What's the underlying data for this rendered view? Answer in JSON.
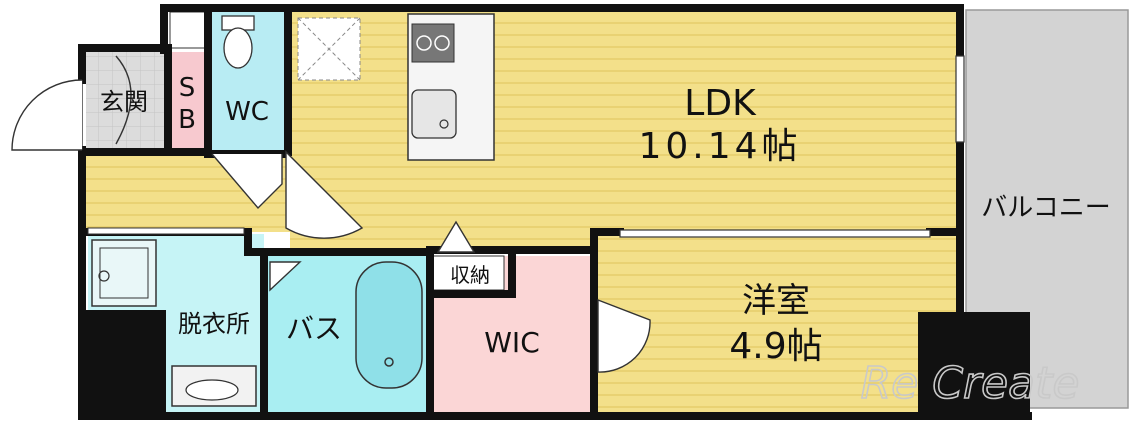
{
  "rooms": {
    "ldk": {
      "name": "LDK",
      "size": "10.14帖"
    },
    "western": {
      "name": "洋室",
      "size": "4.9帖"
    },
    "wic": {
      "name": "WIC"
    },
    "bath": {
      "name": "バス"
    },
    "dressing": {
      "name": "脱衣所"
    },
    "wc": {
      "name": "WC"
    },
    "entrance": {
      "name": "玄関"
    },
    "shoe_box": {
      "name_top": "S",
      "name_bottom": "B"
    },
    "storage": {
      "name": "収納"
    },
    "balcony": {
      "name": "バルコニー"
    }
  },
  "watermark": {
    "text": "Re Create"
  },
  "colors": {
    "wall": "#111111",
    "floor_wood": "#f3e08a",
    "floor_stripe": "#e8cf6a",
    "wc": "#b8ecf3",
    "bath": "#a9eef2",
    "dressing": "#c6f4f6",
    "wic": "#fbd6d6",
    "shoe_box": "#f7c9cf",
    "entrance": "#d9d9d9",
    "balcony": "#d3d3d3",
    "watermark": "#c9c9c9"
  }
}
